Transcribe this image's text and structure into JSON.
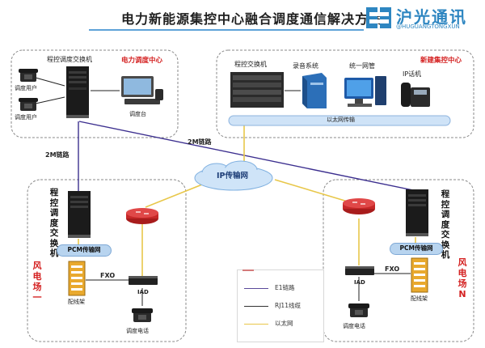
{
  "header": {
    "title": "电力新能源集控中心融合调度通信解决方案",
    "brand_cn": "沪光通讯",
    "brand_en": "@HUGUANGTONGXUN"
  },
  "dispatch_center": {
    "name": "电力调度中心",
    "switch": "程控调度交换机",
    "user1": "调度用户",
    "user2": "调度用户",
    "console": "调度台"
  },
  "new_center": {
    "name": "新建集控中心",
    "switch": "程控交换机",
    "recorder": "录音系统",
    "nms": "统一网管",
    "ip_phone": "IP话机",
    "lan": "以太网传输"
  },
  "network": {
    "cloud": "IP传输网",
    "link_left": "2M链路",
    "link_right": "2M链路"
  },
  "farm_one": {
    "name": "风电场一",
    "switch": "程控调度交换机",
    "pcm": "PCM传输网",
    "fxo": "FXO",
    "frame": "配线架",
    "iad": "IAD",
    "phone": "调度电话"
  },
  "farm_n": {
    "name": "风电场N",
    "switch": "程控调度交换机",
    "pcm": "PCM传输网",
    "fxo": "FXO",
    "frame": "配线架",
    "iad": "IAD",
    "phone": "调度电话"
  },
  "legend": {
    "items": [
      {
        "label": "E1链路",
        "color": "#5b4a9a",
        "style": "solid"
      },
      {
        "label": "RJ11线缆",
        "color": "#333333",
        "style": "solid"
      },
      {
        "label": "以太网",
        "color": "#e8c74a",
        "style": "solid"
      }
    ]
  },
  "colors": {
    "accent_blue": "#2e86c1",
    "region_red": "#d42020",
    "e1_link": "#3c2f8f",
    "ethernet": "#e8c74a",
    "rj11": "#222222",
    "region_border": "#8a8a8a"
  }
}
